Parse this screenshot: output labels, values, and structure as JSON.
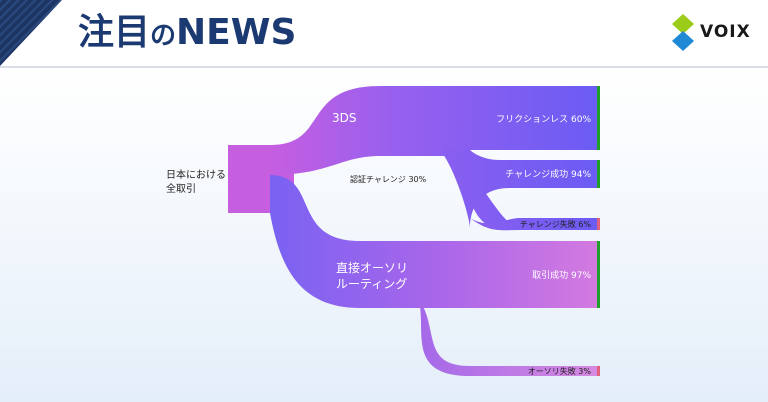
{
  "header": {
    "title_main": "注目",
    "title_particle": "の",
    "title_tail": "NEWS",
    "logo_text": "VOIX"
  },
  "colors": {
    "title": "#1c3a72",
    "corner_dark": "#1d3563",
    "logo_green": "#9ccc1a",
    "logo_blue": "#1f89d6",
    "success_bar": "#1f9e2a",
    "fail_bar": "#e0607e",
    "flow_purple": "#8a5ef0",
    "flow_pink": "#c65ee0"
  },
  "diagram": {
    "source_label_line1": "日本における",
    "source_label_line2": "全取引",
    "nodes": {
      "threeds": "3DS",
      "frictionless": "フリクションレス 60%",
      "challenge": "認証チャレンジ 30%",
      "challenge_success": "チャレンジ成功 94%",
      "challenge_fail": "チャレンジ失敗 6%",
      "direct_line1": "直接オーソリ",
      "direct_line2": "ルーティング",
      "transaction_success": "取引成功 97%",
      "auth_fail": "オーソリ失敗 3%"
    }
  }
}
